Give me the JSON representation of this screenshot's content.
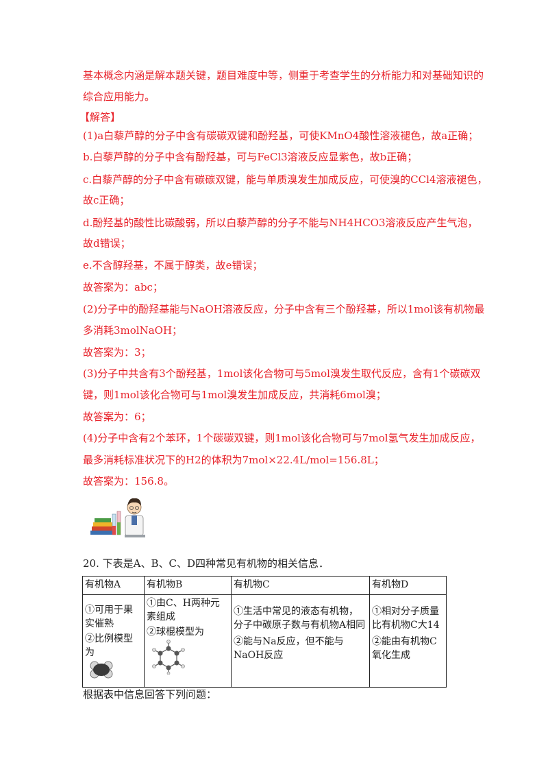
{
  "intro": {
    "line1": "基本概念内涵是解本题关键，题目难度中等，侧重于考查学生的分析能力和对基础知识的",
    "line2": "综合应用能力。"
  },
  "answer_header": "【解答】",
  "part1": {
    "a": "(1)a白藜芦醇的分子中含有碳碳双键和酚羟基，可使KMnO4酸性溶液褪色，故a正确；",
    "b": "b.白藜芦醇的分子中含有酚羟基，可与FeCl3溶液反应显紫色，故b正确；",
    "c1": "c.白藜芦醇的分子中含有碳碳双键，能与单质溴发生加成反应，可使溴的CCl4溶液褪色，",
    "c2": "故c正确；",
    "d1": "d.酚羟基的酸性比碳酸弱，所以白藜芦醇的分子不能与NH4HCO3溶液反应产生气泡，",
    "d2": "故d错误；",
    "e": "e.不含醇羟基，不属于醇类，故e错误；",
    "ans": "故答案为：abc；"
  },
  "part2": {
    "l1": "(2)分子中的酚羟基能与NaOH溶液反应，分子中含有三个酚羟基，所以1mol该有机物最",
    "l2": "多消耗3molNaOH；",
    "ans": "故答案为：3；"
  },
  "part3": {
    "l1": "(3)分子中共含有3个酚羟基，1mol该化合物可与5mol溴发生取代反应，含有1个碳碳双",
    "l2": "键，则1mol该化合物可与1mol溴发生加成反应，共消耗6mol溴；",
    "ans": "故答案为：6；"
  },
  "part4": {
    "l1": "(4)分子中含有2个苯环，1个碳碳双键，则1mol该化合物可与7mol氢气发生加成反应，",
    "l2": "最多消耗标准状况下的H2的体积为7mol×22.4L/mol=156.8L；",
    "ans": "故答案为：156.8。"
  },
  "question20": {
    "stem": "20. 下表是A、B、C、D四种常见有机物的相关信息．",
    "headers": [
      "有机物A",
      "有机物B",
      "有机物C",
      "有机物D"
    ],
    "A": [
      "①可用于果实催熟",
      "②比例模型为"
    ],
    "B": [
      "①由C、H两种元素组成",
      "②球棍模型为"
    ],
    "C": [
      "①生活中常见的液态有机物，分子中碳原子数与有机物A相同",
      "②能与Na反应，但不能与NaOH反应"
    ],
    "D": [
      "①相对分子质量比有机物C大14",
      "②能由有机物C氧化生成"
    ],
    "after": "根据表中信息回答下列问题："
  }
}
